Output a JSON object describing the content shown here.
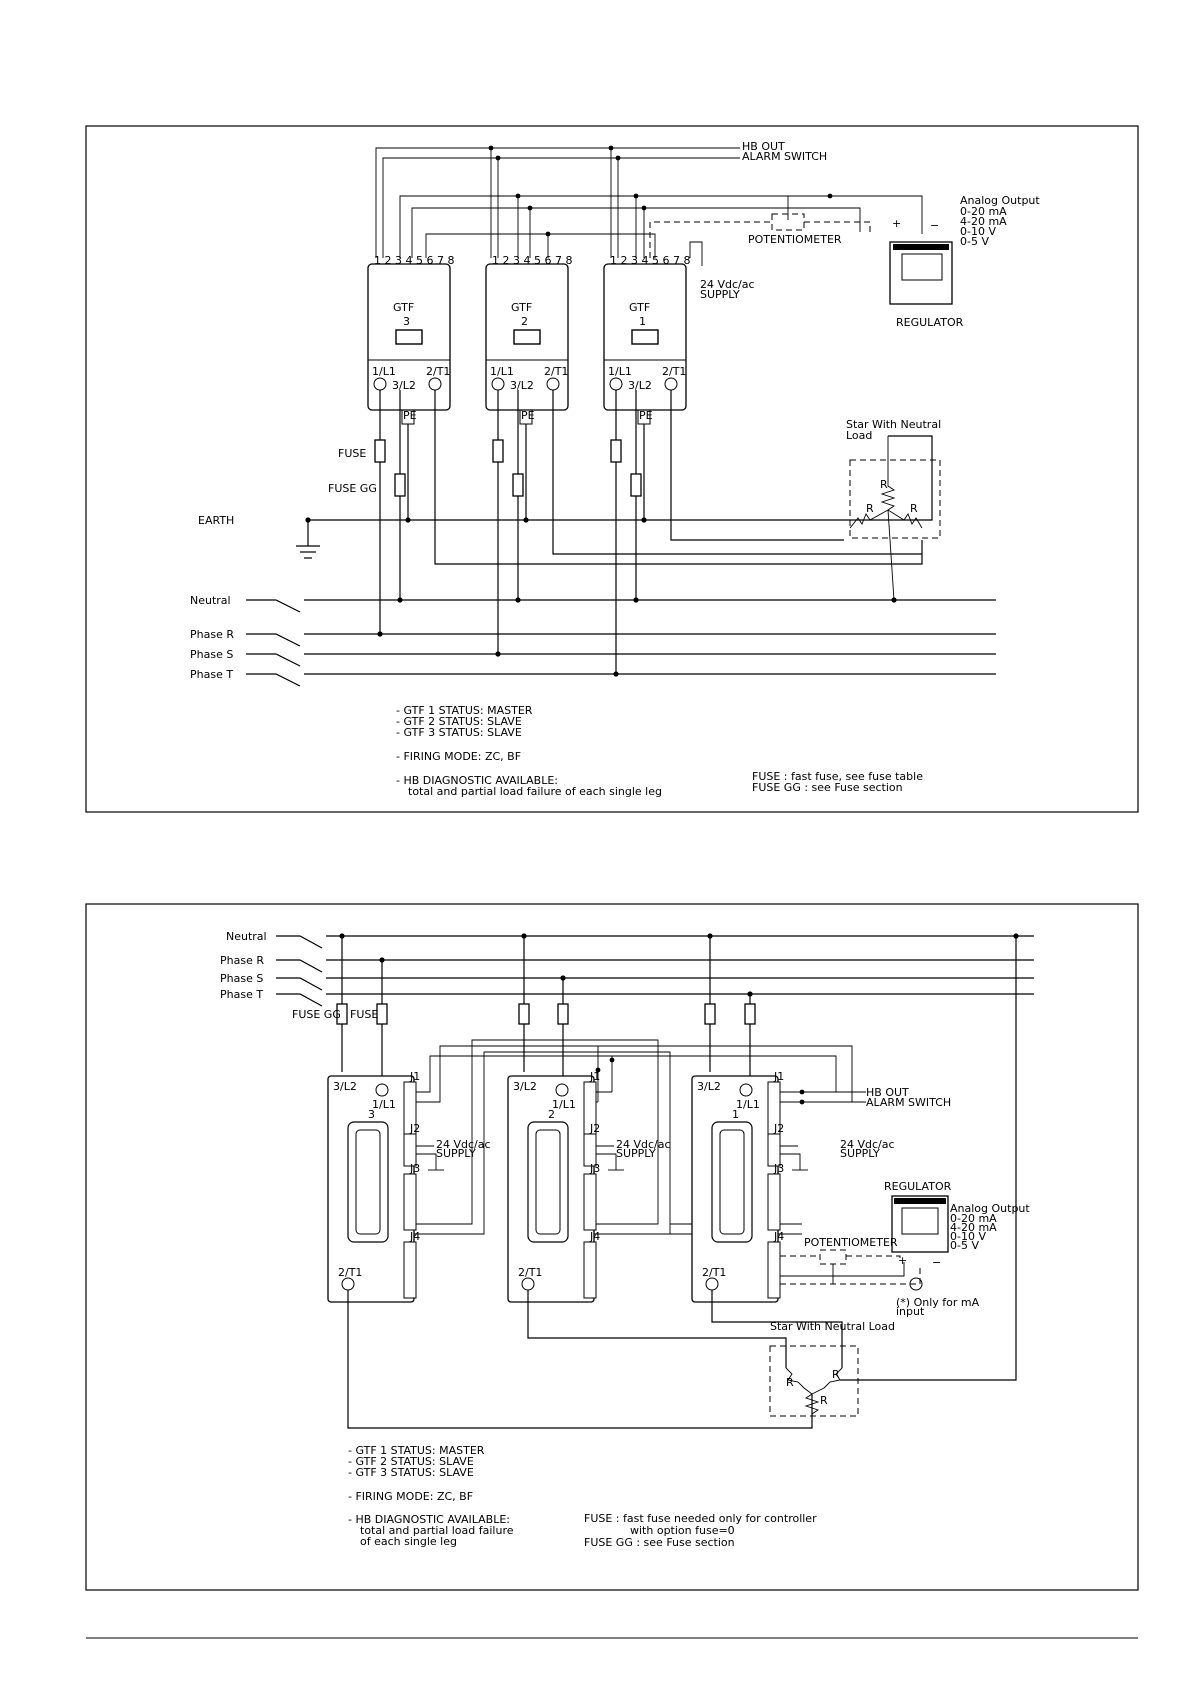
{
  "diagram1": {
    "hb_out": "HB OUT",
    "alarm_switch": "ALARM SWITCH",
    "analog_output": "Analog Output",
    "analog_ranges": [
      "0-20 mA",
      "4-20 mA",
      "0-10 V",
      "0-5 V"
    ],
    "potentiometer": "POTENTIOMETER",
    "supply_line1": "24 Vdc/ac",
    "supply_line2": "SUPPLY",
    "regulator": "REGULATOR",
    "terminal_numbers": "1 2 3 4 5 6 7 8",
    "gtf_label": "GTF",
    "units": [
      "3",
      "2",
      "1"
    ],
    "terminal_l1": "1/L1",
    "terminal_t1": "2/T1",
    "terminal_l2": "3/L2",
    "terminal_pe": "PE",
    "fuse": "FUSE",
    "fuse_gg": "FUSE GG",
    "earth": "EARTH",
    "star_line1": "Star With Neutral",
    "star_line2": "Load",
    "resistor": "R",
    "neutral": "Neutral",
    "phase_r": "Phase R",
    "phase_s": "Phase S",
    "phase_t": "Phase T",
    "status": [
      "- GTF 1 STATUS: MASTER",
      "- GTF 2 STATUS: SLAVE",
      "- GTF 3 STATUS: SLAVE"
    ],
    "firing_mode": "- FIRING MODE: ZC, BF",
    "hb_diag_1": "- HB DIAGNOSTIC AVAILABLE:",
    "hb_diag_2": "total and partial load failure of each single leg",
    "fuse_note_1": "FUSE : fast fuse, see fuse table",
    "fuse_note_2": "FUSE GG : see Fuse section"
  },
  "diagram2": {
    "neutral": "Neutral",
    "phase_r": "Phase R",
    "phase_s": "Phase S",
    "phase_t": "Phase T",
    "fuse_gg": "FUSE GG",
    "fuse": "FUSE",
    "units": [
      "3",
      "2",
      "1"
    ],
    "terminal_l2": "3/L2",
    "terminal_l1": "1/L1",
    "terminal_t1": "2/T1",
    "connectors": [
      "J1",
      "J2",
      "J3",
      "J4"
    ],
    "hb_out": "HB OUT",
    "alarm_switch": "ALARM SWITCH",
    "supply_line1": "24 Vdc/ac",
    "supply_line2": "SUPPLY",
    "regulator": "REGULATOR",
    "analog_output": "Analog Output",
    "analog_ranges": [
      "0-20 mA",
      "4-20 mA",
      "0-10 V",
      "0-5 V"
    ],
    "potentiometer": "POTENTIOMETER",
    "ma_note_1": "(*) Only for mA",
    "ma_note_2": "input",
    "star_label": "Star With Neutral Load",
    "resistor": "R",
    "status": [
      "- GTF 1 STATUS: MASTER",
      "- GTF 2 STATUS: SLAVE",
      "- GTF 3 STATUS: SLAVE"
    ],
    "firing_mode": "- FIRING MODE: ZC, BF",
    "hb_diag_1": "- HB DIAGNOSTIC AVAILABLE:",
    "hb_diag_2": "total and partial load failure",
    "hb_diag_3": "of each single leg",
    "fuse_note_1": "FUSE : fast fuse needed only for controller",
    "fuse_note_2": "with option fuse=0",
    "fuse_note_3": "FUSE GG : see Fuse section"
  }
}
